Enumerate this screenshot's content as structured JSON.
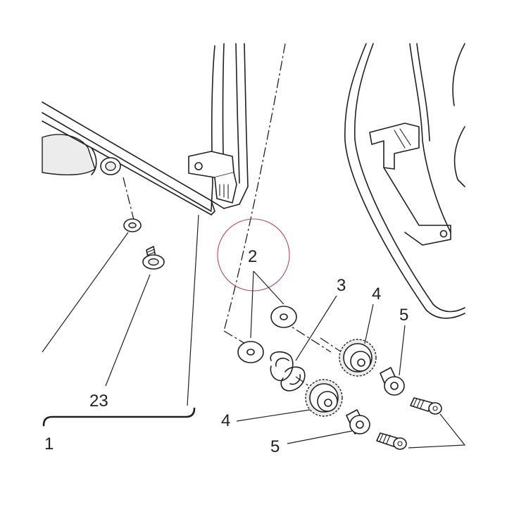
{
  "labels": {
    "l1": "1",
    "l2": "2",
    "l3": "3",
    "l4a": "4",
    "l4b": "4",
    "l5a": "5",
    "l5b": "5",
    "l23": "23"
  },
  "colors": {
    "line": "#231f20",
    "highlight_circle": "#b5485e"
  }
}
